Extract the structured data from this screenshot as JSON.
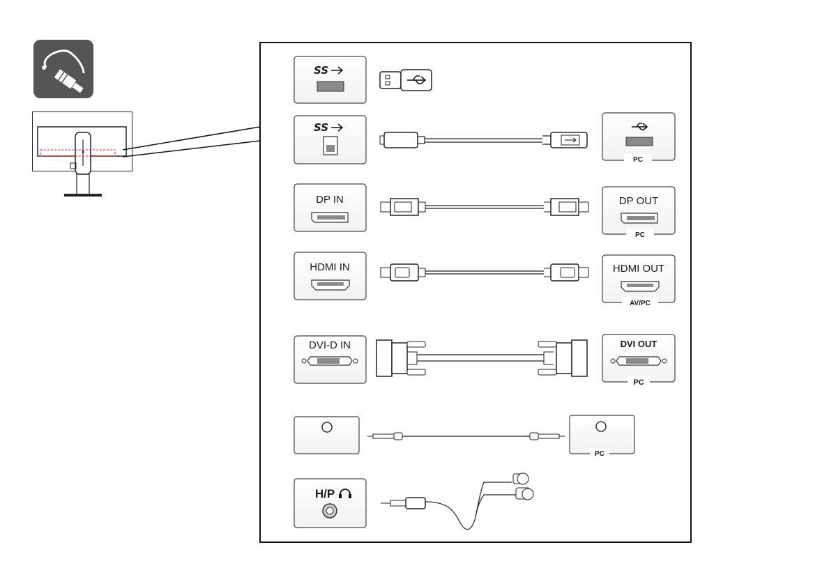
{
  "ports": {
    "usb_up": {
      "monitor_icon": "usb-superspeed-icon",
      "cable": "usb-a-plug-icon"
    },
    "usb_down": {
      "monitor_icon": "usb-superspeed-icon",
      "pc_icon": "usb-icon",
      "pc_label": "PC"
    },
    "dp": {
      "in_label": "DP IN",
      "out_label": "DP OUT",
      "pc_label": "PC"
    },
    "hdmi": {
      "in_label": "HDMI IN",
      "out_label": "HDMI OUT",
      "pc_label": "AV/PC"
    },
    "dvi": {
      "in_label": "DVI-D IN",
      "out_label": "DVI OUT",
      "pc_label": "PC"
    },
    "audio": {
      "pc_label": "PC"
    },
    "hp": {
      "label": "H/P",
      "icon": "headphones-icon"
    }
  },
  "icons": {
    "connect": "cable-plug-icon",
    "monitor": "monitor-back-icon"
  }
}
